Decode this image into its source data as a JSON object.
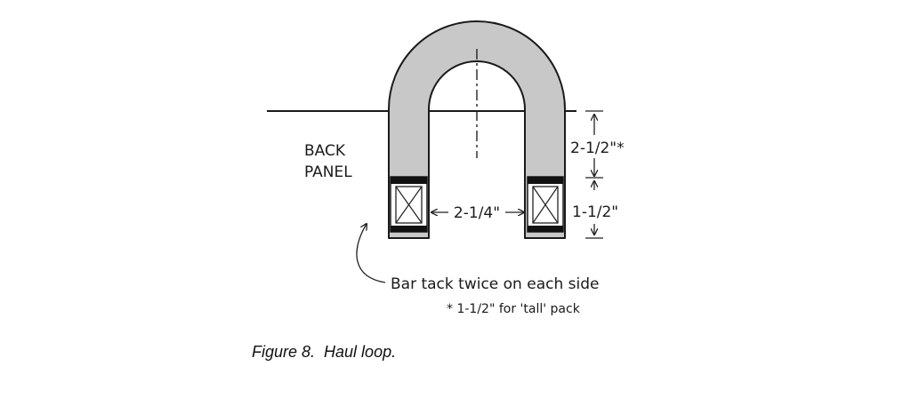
{
  "diagram": {
    "back_panel_label": [
      "BACK",
      "PANEL"
    ],
    "dim_upper": "2-1/2\"*",
    "dim_lower": "1-1/2\"",
    "dim_gap": "2-1/4\"",
    "instruction": "Bar tack twice on each side",
    "footnote": "* 1-1/2\" for 'tall' pack"
  },
  "caption": "Figure 8.  Haul loop."
}
